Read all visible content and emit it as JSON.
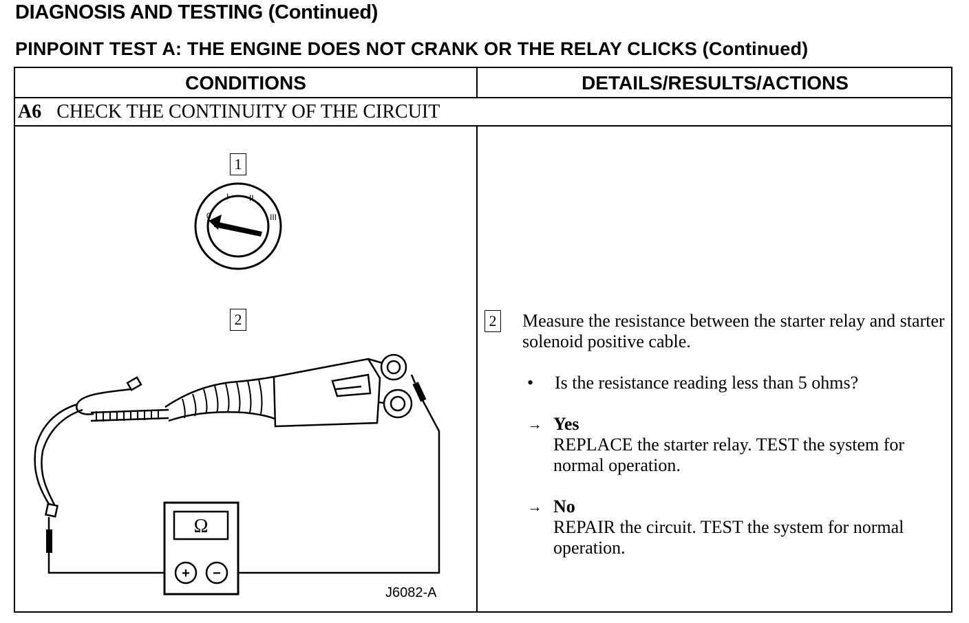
{
  "header": {
    "title": "DIAGNOSIS AND TESTING (Continued)",
    "test_title": "PINPOINT TEST A:  THE ENGINE DOES NOT CRANK OR THE RELAY CLICKS (Continued)"
  },
  "table": {
    "col_conditions": "CONDITIONS",
    "col_details": "DETAILS/RESULTS/ACTIONS",
    "step_id": "A6",
    "step_title": "CHECK THE CONTINUITY OF THE CIRCUIT"
  },
  "figure": {
    "label_1": "1",
    "label_2": "2",
    "switch_positions": [
      "0",
      "I",
      "II",
      "III"
    ],
    "meter_symbol": "Ω",
    "plus_symbol": "+",
    "minus_symbol": "−",
    "figure_code": "J6082-A"
  },
  "details": {
    "step_label": "2",
    "measure_text": "Measure the resistance between the starter relay and starter solenoid positive cable.",
    "bullet": "•",
    "question": "Is the resistance reading less than 5 ohms?",
    "arrow": "→",
    "results": [
      {
        "head": "Yes",
        "action": "REPLACE the starter relay. TEST the system for normal operation."
      },
      {
        "head": "No",
        "action": "REPAIR the circuit. TEST the system for normal operation."
      }
    ]
  }
}
